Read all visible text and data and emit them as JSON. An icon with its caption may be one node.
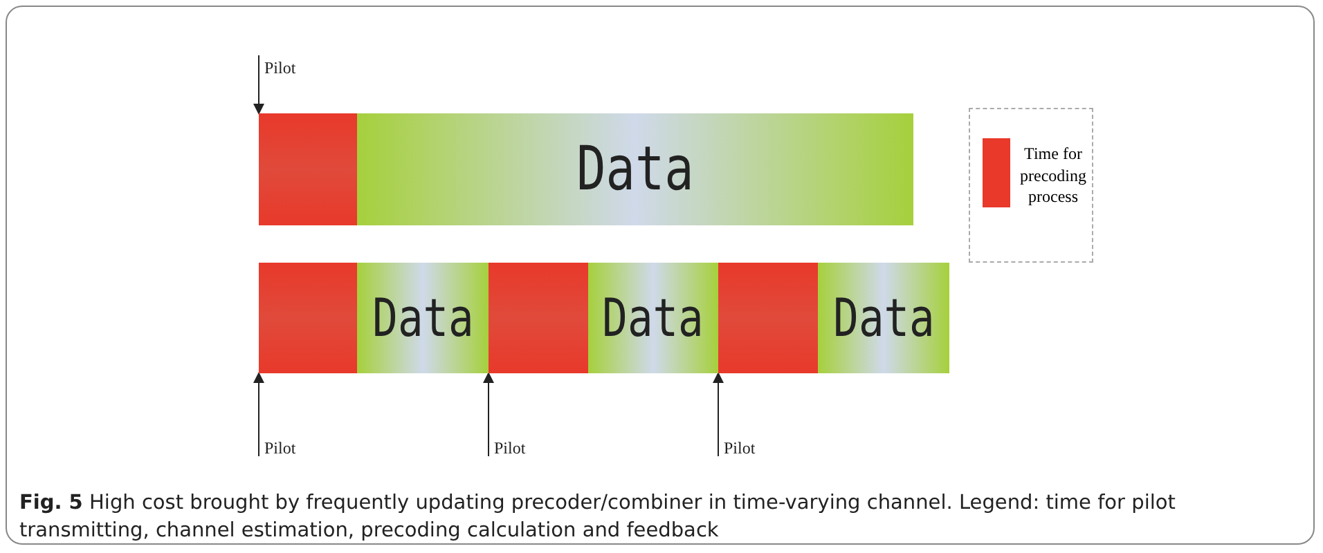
{
  "diagram": {
    "caption": "**Fig. 5** High cost brought by frequently updating precoder/combiner in time-varying channel. Legend: time for pilot transmitting, channel estimation, precoding calculation and feedback",
    "nodes": [
      {
        "text": [],
        "shape": "box"
      },
      {
        "text": [
          "Data"
        ]
      },
      {
        "text": [],
        "shape": "box"
      },
      {
        "text": [
          "Data"
        ]
      },
      {
        "text": [],
        "shape": "box"
      },
      {
        "text": [
          "Data"
        ]
      },
      {
        "text": [],
        "shape": "box"
      },
      {
        "text": [
          "Data"
        ]
      },
      {
        "text": [
          "Pilot"
        ]
      },
      {
        "text": [
          "Pilot"
        ]
      },
      {
        "text": [
          "Pilot"
        ]
      },
      {
        "text": [
          "Pilot"
        ]
      }
    ],
    "edges": [
      {
        "from": 8,
        "to": 0,
        "arrow": "to"
      },
      {
        "from": 9,
        "to": 2,
        "arrow": "to"
      },
      {
        "from": 10,
        "to": 4,
        "arrow": "to"
      },
      {
        "from": 11,
        "to": 6,
        "arrow": "to"
      }
    ],
    "legend": [
      {
        "text": "Time for precoding process",
        "color": "#e8392b"
      }
    ]
  }
}
